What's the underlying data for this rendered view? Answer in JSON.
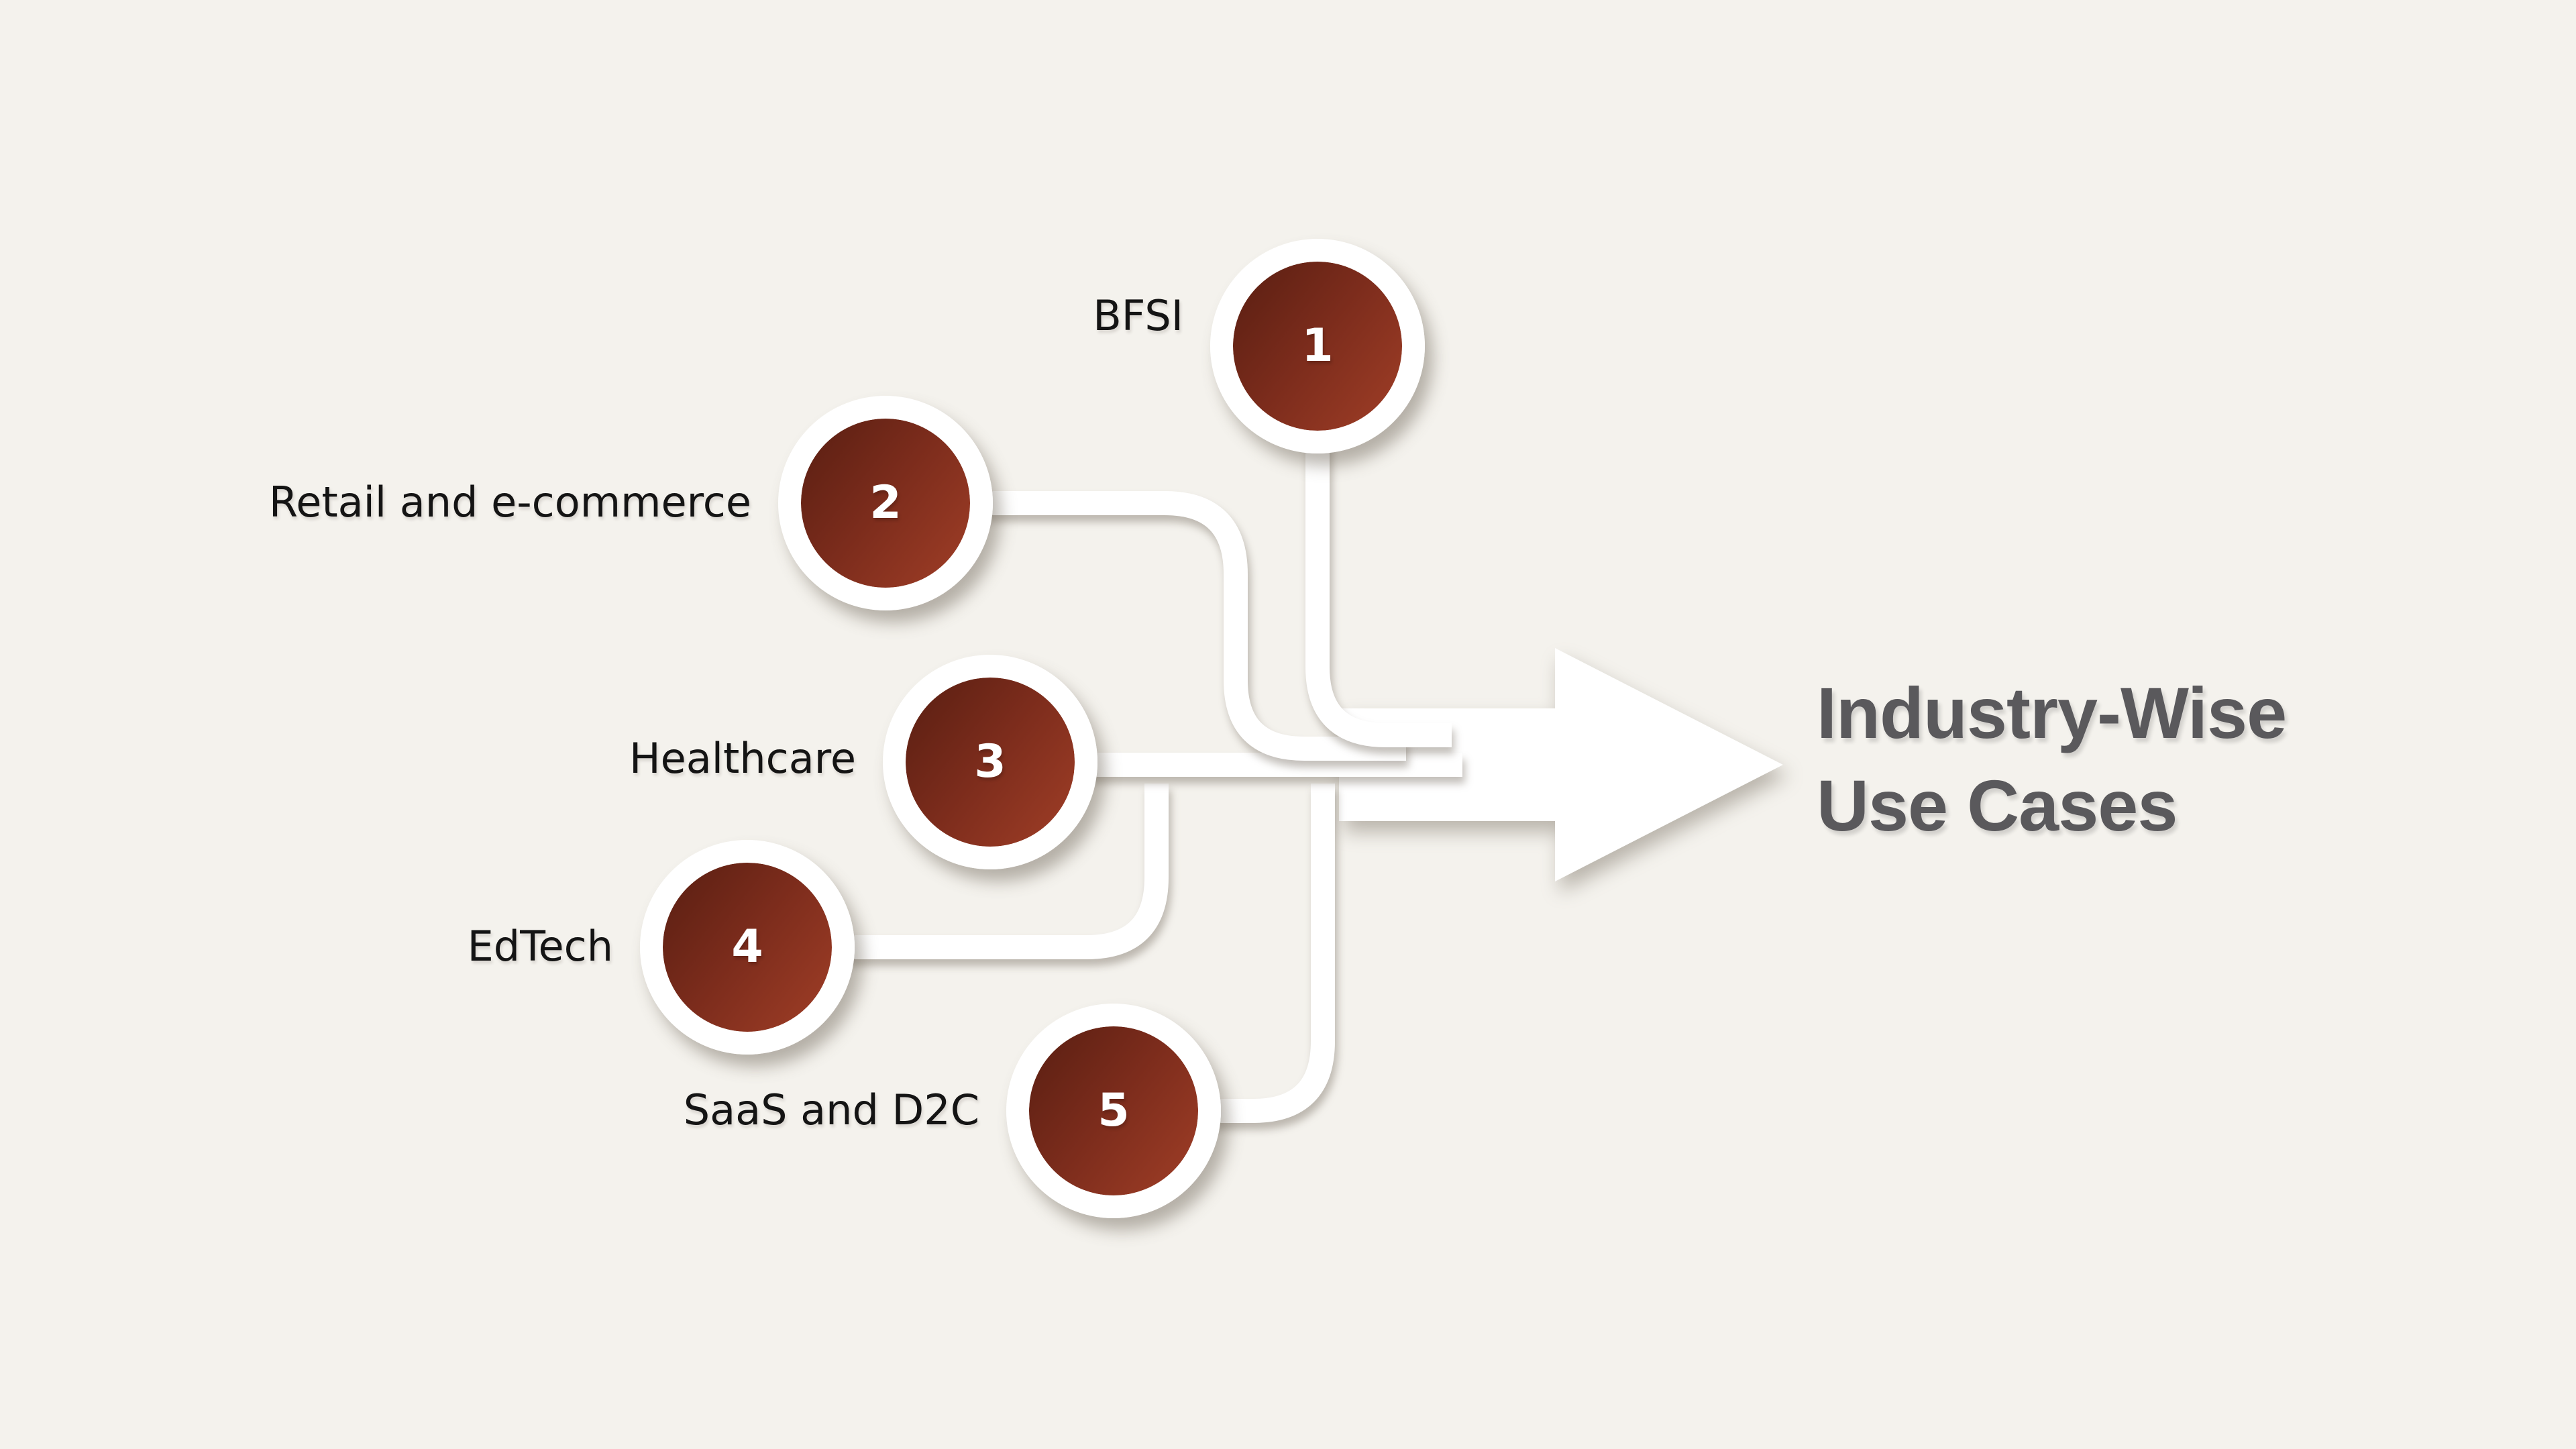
{
  "title": {
    "line1": "Industry-Wise",
    "line2": "Use Cases"
  },
  "nodes": [
    {
      "number": "1",
      "label": "BFSI"
    },
    {
      "number": "2",
      "label": "Retail and e-commerce"
    },
    {
      "number": "3",
      "label": "Healthcare"
    },
    {
      "number": "4",
      "label": "EdTech"
    },
    {
      "number": "5",
      "label": "SaaS and D2C"
    }
  ],
  "icons": {
    "arrow": "right-arrow-icon"
  },
  "colors": {
    "background": "#f4f2ed",
    "title-text": "#5a595c",
    "label-text": "#141414",
    "pipe": "#ffffff",
    "ring": "#ffffff",
    "number-text": "#ffffff",
    "circle-dark": "#5d2013",
    "circle-mid": "#7c2c1c",
    "circle-light": "#9e3d26"
  }
}
